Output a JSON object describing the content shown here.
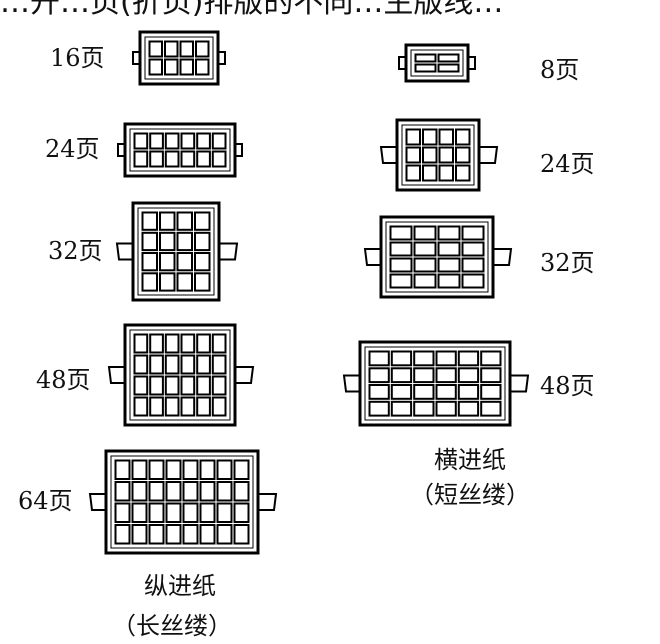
{
  "header_fragment": "…开…页(折页)排版的不同…生版线…",
  "left_column": {
    "caption_main": "纵进纸",
    "caption_sub": "（长丝缕）",
    "items": [
      {
        "label": "16页",
        "cols": 4,
        "rows": 2
      },
      {
        "label": "24页",
        "cols": 6,
        "rows": 2
      },
      {
        "label": "32页",
        "cols": 4,
        "rows": 4
      },
      {
        "label": "48页",
        "cols": 6,
        "rows": 4
      },
      {
        "label": "64页",
        "cols": 8,
        "rows": 4
      }
    ]
  },
  "right_column": {
    "caption_main": "横进纸",
    "caption_sub": "（短丝缕）",
    "items": [
      {
        "label": "8页",
        "cols": 2,
        "rows": 2
      },
      {
        "label": "24页",
        "cols": 4,
        "rows": 3
      },
      {
        "label": "32页",
        "cols": 4,
        "rows": 4
      },
      {
        "label": "48页",
        "cols": 6,
        "rows": 4
      }
    ]
  }
}
